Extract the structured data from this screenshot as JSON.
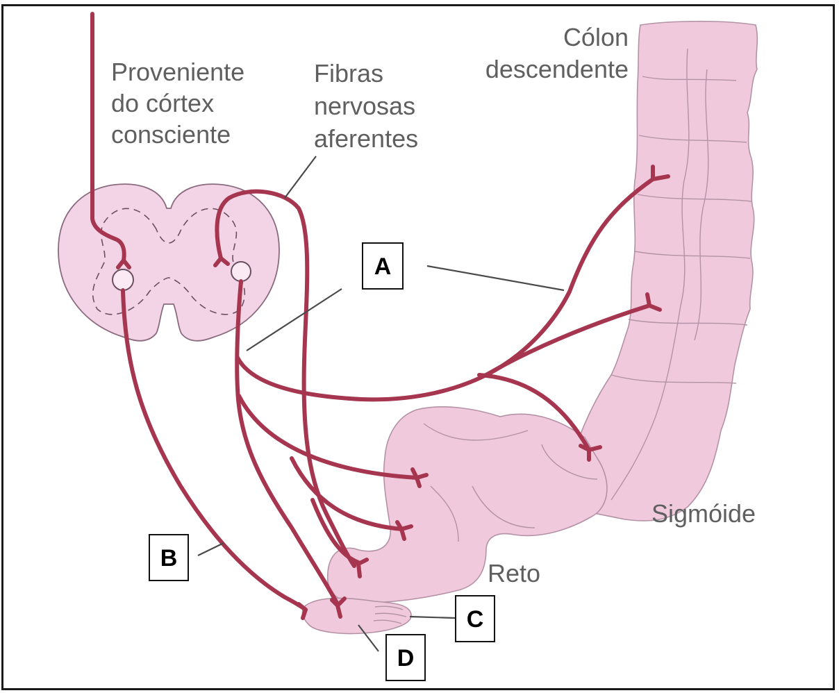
{
  "labels": {
    "cortex_line1": "Proveniente",
    "cortex_line2": "do córtex",
    "cortex_line3": "consciente",
    "afferent_line1": "Fibras",
    "afferent_line2": "nervosas",
    "afferent_line3": "aferentes",
    "colon_line1": "Cólon",
    "colon_line2": "descendente",
    "sigmoid": "Sigmóide",
    "rectum": "Reto"
  },
  "boxes": {
    "a": "A",
    "b": "B",
    "c": "C",
    "d": "D"
  },
  "colors": {
    "nerve": "#a6364f",
    "intestine": "#f0c9dd",
    "spinal_cord": "#f3d3e6",
    "border": "#1a1a1a",
    "label_text": "#5f5f5f"
  }
}
